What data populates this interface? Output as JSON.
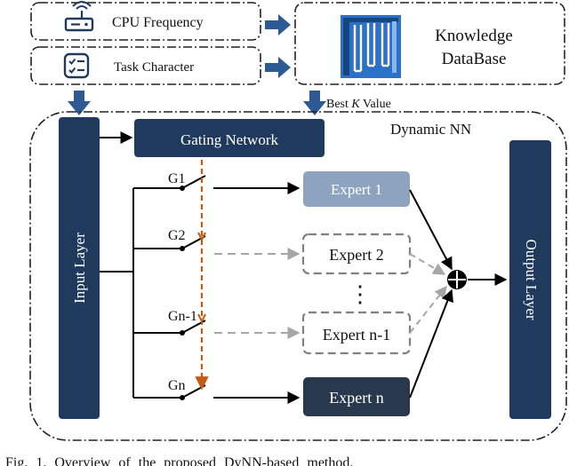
{
  "inputs": {
    "cpu_frequency": "CPU Frequency",
    "task_character": "Task Character"
  },
  "knowledge_base": {
    "line1": "Knowledge",
    "line2": "DataBase"
  },
  "best_k_label": {
    "prefix": "Best ",
    "k": "K",
    "suffix": " Value"
  },
  "dynamic_nn": {
    "title": "Dynamic NN",
    "input_layer": "Input Layer",
    "gating_network": "Gating Network",
    "output_layer": "Output Layer",
    "gates": [
      "G1",
      "G2",
      "Gn-1",
      "Gn"
    ],
    "experts": [
      "Expert 1",
      "Expert 2",
      "Expert n-1",
      "Expert n"
    ],
    "ellipsis": "⋮"
  },
  "caption": "Fig. 1.  Overview of the proposed DyNN-based method.",
  "colors": {
    "navy": "#1f3a5c",
    "blue_arrow": "#2e5a94",
    "expert1": "#8da3bf",
    "expert_n": "#28394d",
    "gating_arrow": "#c55a11",
    "dashed_gray": "#a6a6a6",
    "kb_icon": "#2a72c9"
  },
  "icons": [
    "router-icon",
    "checklist-icon",
    "database-icon",
    "summation-icon"
  ]
}
